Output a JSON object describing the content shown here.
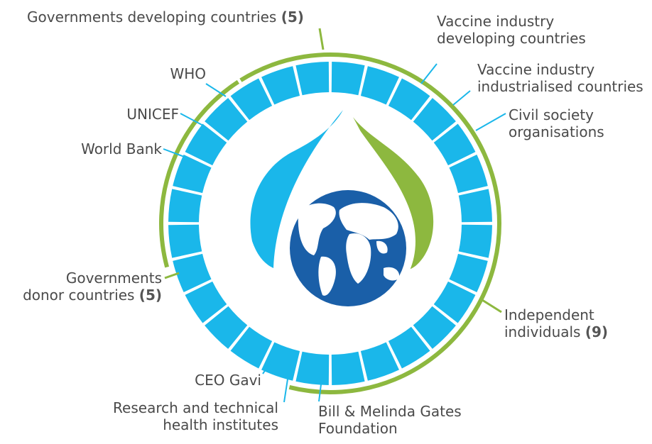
{
  "colors": {
    "segment": "#1ab7ea",
    "bracket": "#8db83f",
    "leader": "#1ab7ea",
    "globe": "#1a5fa8",
    "drop_left": "#1ab7ea",
    "drop_right": "#8db83f",
    "text": "#4a4a4a"
  },
  "ring": {
    "segment_count": 28
  },
  "labels": {
    "gov_developing": {
      "text": "Governments developing countries",
      "count": "(5)"
    },
    "vaccine_dev": {
      "line1": "Vaccine industry",
      "line2": "developing countries"
    },
    "vaccine_ind": {
      "line1": "Vaccine industry",
      "line2": "industrialised countries"
    },
    "civil": {
      "line1": "Civil society",
      "line2": "organisations"
    },
    "who": "WHO",
    "unicef": "UNICEF",
    "world_bank": "World Bank",
    "gov_donor": {
      "line1": "Governments",
      "line2": "donor countries",
      "count": "(5)"
    },
    "independent": {
      "line1": "Independent",
      "line2": "individuals",
      "count": "(9)"
    },
    "ceo": "CEO Gavi",
    "research": {
      "line1": "Research and technical",
      "line2": "health institutes"
    },
    "gates": {
      "line1": "Bill & Melinda Gates",
      "line2": "Foundation"
    }
  },
  "icon": "water-drop-globe-icon"
}
